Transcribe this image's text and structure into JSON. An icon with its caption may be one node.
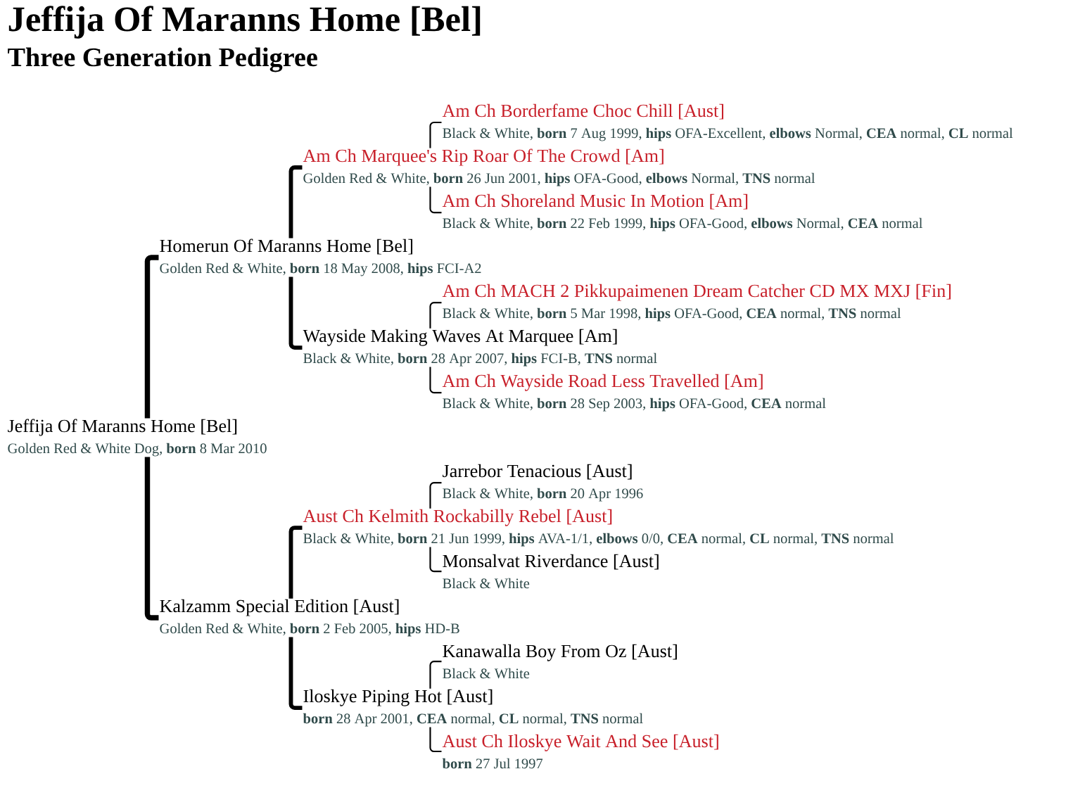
{
  "diagram": {
    "title": "Jeffija Of Maranns Home [Bel]",
    "nodes": [
      {
        "text": [
          "Am Ch Borderfame Choc Chill [Aust]",
          "Black & White, **born** 7 Aug 1999, **hips** OFA-Excellent, **elbows** Normal, **CEA** normal, **CL** normal"
        ]
      },
      {
        "text": [
          "Am Ch Marquee's Rip Roar Of The Crowd [Am]",
          "Golden Red & White, **born** 26 Jun 2001, **hips** OFA-Good, **elbows** Normal, **TNS** normal"
        ]
      },
      {
        "text": [
          "Am Ch Shoreland Music In Motion [Am]",
          "Black & White, **born** 22 Feb 1999, **hips** OFA-Good, **elbows** Normal, **CEA** normal"
        ]
      },
      {
        "text": [
          "Homerun Of Maranns Home [Bel]",
          "Golden Red & White, **born** 18 May 2008, **hips** FCI-A2"
        ]
      },
      {
        "text": [
          "Am Ch MACH 2 Pikkupaimenen Dream Catcher CD MX MXJ [Fin]",
          "Black & White, **born** 5 Mar 1998, **hips** OFA-Good, **CEA** normal, **TNS** normal"
        ]
      },
      {
        "text": [
          "Wayside Making Waves At Marquee [Am]",
          "Black & White, **born** 28 Apr 2007, **hips** FCI-B, **TNS** normal"
        ]
      },
      {
        "text": [
          "Am Ch Wayside Road Less Travelled [Am]",
          "Black & White, **born** 28 Sep 2003, **hips** OFA-Good, **CEA** normal"
        ]
      },
      {
        "text": [
          "Jeffija Of Maranns Home [Bel]",
          "Golden Red & White Dog, **born** 8 Mar 2010"
        ]
      },
      {
        "text": [
          "Jarrebor Tenacious [Aust]",
          "Black & White, **born** 20 Apr 1996"
        ]
      },
      {
        "text": [
          "Aust Ch Kelmith Rockabilly Rebel [Aust]",
          "Black & White, **born** 21 Jun 1999, **hips** AVA-1/1, **elbows** 0/0, **CEA** normal, **CL** normal, **TNS** normal"
        ]
      },
      {
        "text": [
          "Monsalvat Riverdance [Aust]",
          "Black & White"
        ]
      },
      {
        "text": [
          "Kalzamm Special Edition [Aust]",
          "Golden Red & White, **born** 2 Feb 2005, **hips** HD-B"
        ]
      },
      {
        "text": [
          "Kanawalla Boy From Oz [Aust]",
          "Black & White"
        ]
      },
      {
        "text": [
          "Iloskye Piping Hot [Aust]",
          "**born** 28 Apr 2001, **CEA** normal, **CL** normal, **TNS** normal"
        ]
      },
      {
        "text": [
          "Aust Ch Iloskye Wait And See [Aust]",
          "**born** 27 Jul 1997"
        ]
      }
    ],
    "edges": [
      {
        "from": 7,
        "to": 3,
        "arrow": "none",
        "style": "thick"
      },
      {
        "from": 7,
        "to": 11,
        "arrow": "none",
        "style": "thick"
      },
      {
        "from": 3,
        "to": 1,
        "arrow": "none",
        "style": "thick"
      },
      {
        "from": 3,
        "to": 5,
        "arrow": "none",
        "style": "thick"
      },
      {
        "from": 11,
        "to": 9,
        "arrow": "none",
        "style": "thick"
      },
      {
        "from": 11,
        "to": 13,
        "arrow": "none",
        "style": "thick"
      },
      {
        "from": 1,
        "to": 0,
        "arrow": "none"
      },
      {
        "from": 1,
        "to": 2,
        "arrow": "none"
      },
      {
        "from": 5,
        "to": 4,
        "arrow": "none"
      },
      {
        "from": 5,
        "to": 6,
        "arrow": "none"
      },
      {
        "from": 9,
        "to": 8,
        "arrow": "none"
      },
      {
        "from": 9,
        "to": 10,
        "arrow": "none"
      },
      {
        "from": 13,
        "to": 12,
        "arrow": "none"
      },
      {
        "from": 13,
        "to": 14,
        "arrow": "none"
      }
    ],
    "labels": [
      "Three Generation Pedigree"
    ]
  }
}
